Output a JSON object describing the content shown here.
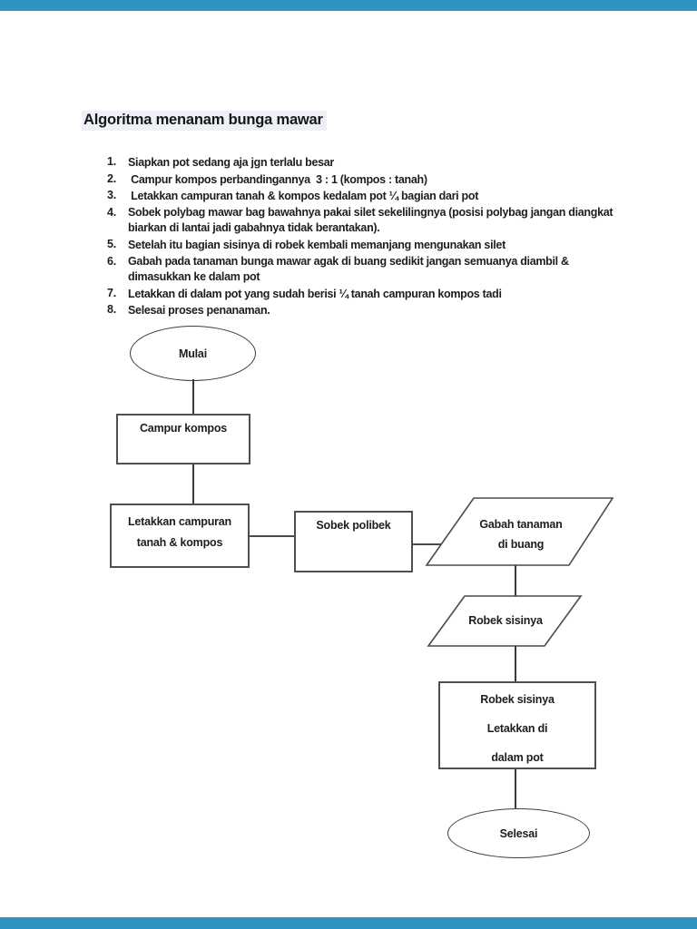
{
  "chrome": {
    "top_bar_color": "#2e95c3",
    "bottom_bar_color": "#2e95c3"
  },
  "document": {
    "title": "Algoritma menanam bunga mawar",
    "steps": [
      {
        "num": "1.",
        "lines": [
          "Siapkan pot sedang aja jgn terlalu besar"
        ]
      },
      {
        "num": "2.",
        "lines": [
          " Campur kompos perbandingannya  3 : 1 (kompos : tanah)"
        ]
      },
      {
        "num": "3.",
        "lines": [
          " Letakkan campuran tanah & kompos kedalam pot ¼ bagian dari pot"
        ]
      },
      {
        "num": "4.",
        "lines": [
          "Sobek polybag mawar bag bawahnya pakai silet sekelilingnya (posisi polybag jangan diangkat",
          "biarkan di lantai jadi gabahnya tidak berantakan)."
        ]
      },
      {
        "num": "5.",
        "lines": [
          "Setelah itu bagian sisinya di robek kembali memanjang mengunakan silet"
        ]
      },
      {
        "num": "6.",
        "lines": [
          "Gabah pada tanaman bunga mawar agak di buang sedikit jangan semuanya diambil &",
          "dimasukkan ke dalam pot"
        ]
      },
      {
        "num": "7.",
        "lines": [
          "Letakkan di dalam pot yang sudah berisi ¼ tanah campuran kompos tadi"
        ]
      },
      {
        "num": "8.",
        "lines": [
          "Selesai proses penanaman."
        ]
      }
    ],
    "flowchart": {
      "start_label": "Mulai",
      "process1_label": "Campur kompos",
      "process2_line1": "Letakkan campuran",
      "process2_line2": "tanah & kompos",
      "process3_label": "Sobek polibek",
      "io1_line1": "Gabah tanaman",
      "io1_line2": "di buang",
      "io2_label": "Robek sisinya",
      "process4_line1": "Robek sisinya",
      "process4_line2": "Letakkan di",
      "process4_line3": "dalam pot",
      "end_label": "Selesai"
    }
  }
}
